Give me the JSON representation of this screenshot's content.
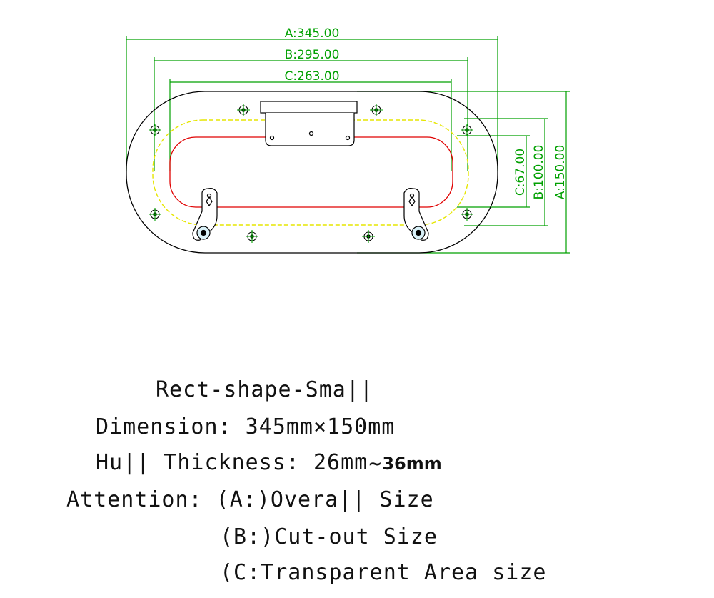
{
  "dimensions": {
    "a_width": "A:345.00",
    "b_width": "B:295.00",
    "c_width": "C:263.00",
    "c_height": "C:67.00",
    "b_height": "B:100.00",
    "a_height": "A:150.00"
  },
  "caption": {
    "title": "Rect-shape-Sma||",
    "dimension": "Dimension: 345mm×150mm",
    "hull_thickness_prefix": "Hu|| Thickness: 26mm",
    "hull_thickness_suffix": "~36mm",
    "attention_a": "Attention: (A:)Overa|| Size",
    "attention_b": "(B:)Cut-out Size",
    "attention_c": "(C:Transparent Area size"
  },
  "colors": {
    "outline": "#000000",
    "dimension": "#00a000",
    "cutout": "#e6e600",
    "transparent": "#e00000"
  }
}
